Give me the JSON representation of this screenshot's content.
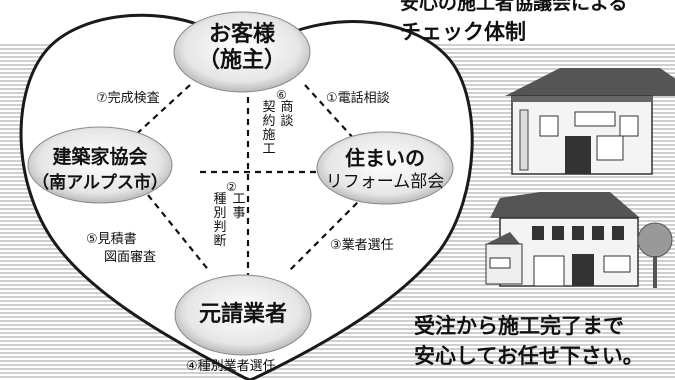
{
  "title_top_partial": "安心の施工者協議会による",
  "title": "チェック体制",
  "nodes": {
    "client_line1": "お客様",
    "client_line2": "（施主）",
    "reform_line1": "住まいの",
    "reform_line2": "リフォーム部会",
    "association_line1": "建築家協会",
    "association_line2": "（南アルプス市）",
    "contractor": "元請業者"
  },
  "steps": {
    "s1": "①電話相談",
    "s2_num": "②",
    "s2_col1": "工事",
    "s2_col2": "種別判断",
    "s3": "③業者選任",
    "s4": "④種別業者選任",
    "s5_line1": "⑤見積書",
    "s5_line2": "図面審査",
    "s6_num": "⑥",
    "s6_col1": "商談",
    "s6_col2": "契約施工",
    "s7": "⑦完成検査"
  },
  "message": {
    "line1": "受注から施工完了まで",
    "line2": "安心してお任せ下さい。"
  },
  "colors": {
    "stripe": "#cfcfcf",
    "heart_border": "#1a1a1a",
    "oval_fill": "#d9d9d9",
    "oval_edge": "#888888"
  }
}
